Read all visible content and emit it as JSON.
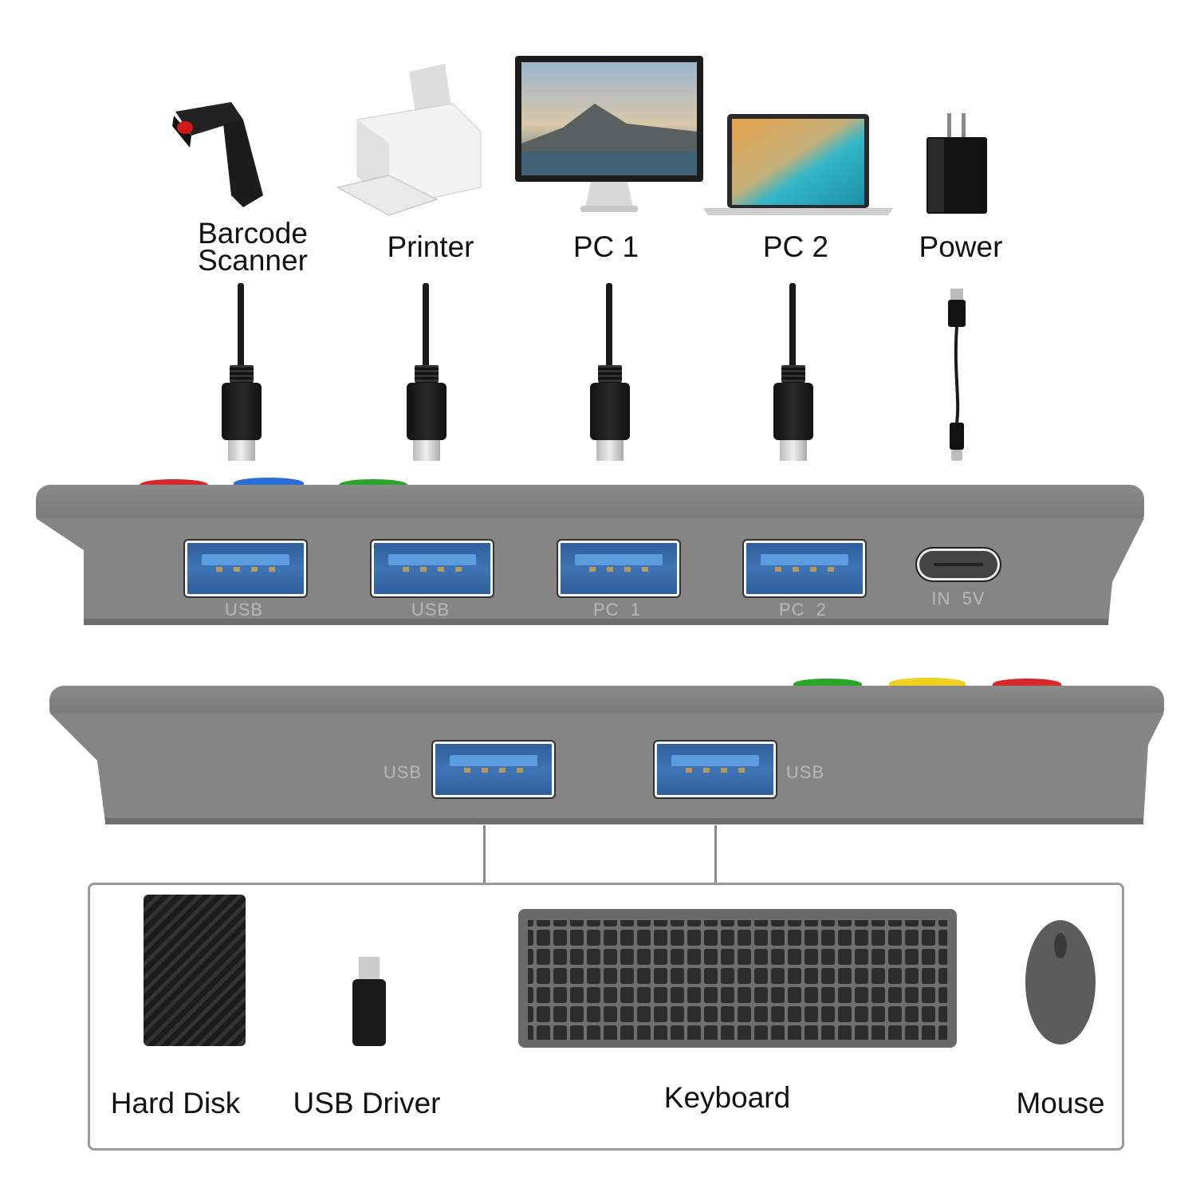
{
  "top_devices": [
    {
      "label_line1": "Barcode",
      "label_line2": "Scanner",
      "icon": "barcode-scanner-icon"
    },
    {
      "label": "Printer",
      "icon": "printer-icon"
    },
    {
      "label": "PC 1",
      "icon": "monitor-icon"
    },
    {
      "label": "PC 2",
      "icon": "laptop-icon"
    },
    {
      "label": "Power",
      "icon": "power-adapter-icon"
    }
  ],
  "hub_front": {
    "ports": [
      "USB",
      "USB",
      "PC  1",
      "PC  2"
    ],
    "power_port": "IN  5V"
  },
  "hub_back": {
    "ports": [
      "USB",
      "USB"
    ]
  },
  "bottom_devices": [
    {
      "label": "Hard Disk",
      "icon": "hard-disk-icon"
    },
    {
      "label": "USB Driver",
      "icon": "usb-drive-icon"
    },
    {
      "label": "Keyboard",
      "icon": "keyboard-icon"
    },
    {
      "label": "Mouse",
      "icon": "mouse-icon"
    }
  ],
  "colors": {
    "hub": "#808080",
    "port": "#3a6fb0",
    "button_red": "#d62a2a",
    "button_blue": "#2a6fd6",
    "button_green": "#2aa52a",
    "button_yellow": "#f0d020"
  }
}
